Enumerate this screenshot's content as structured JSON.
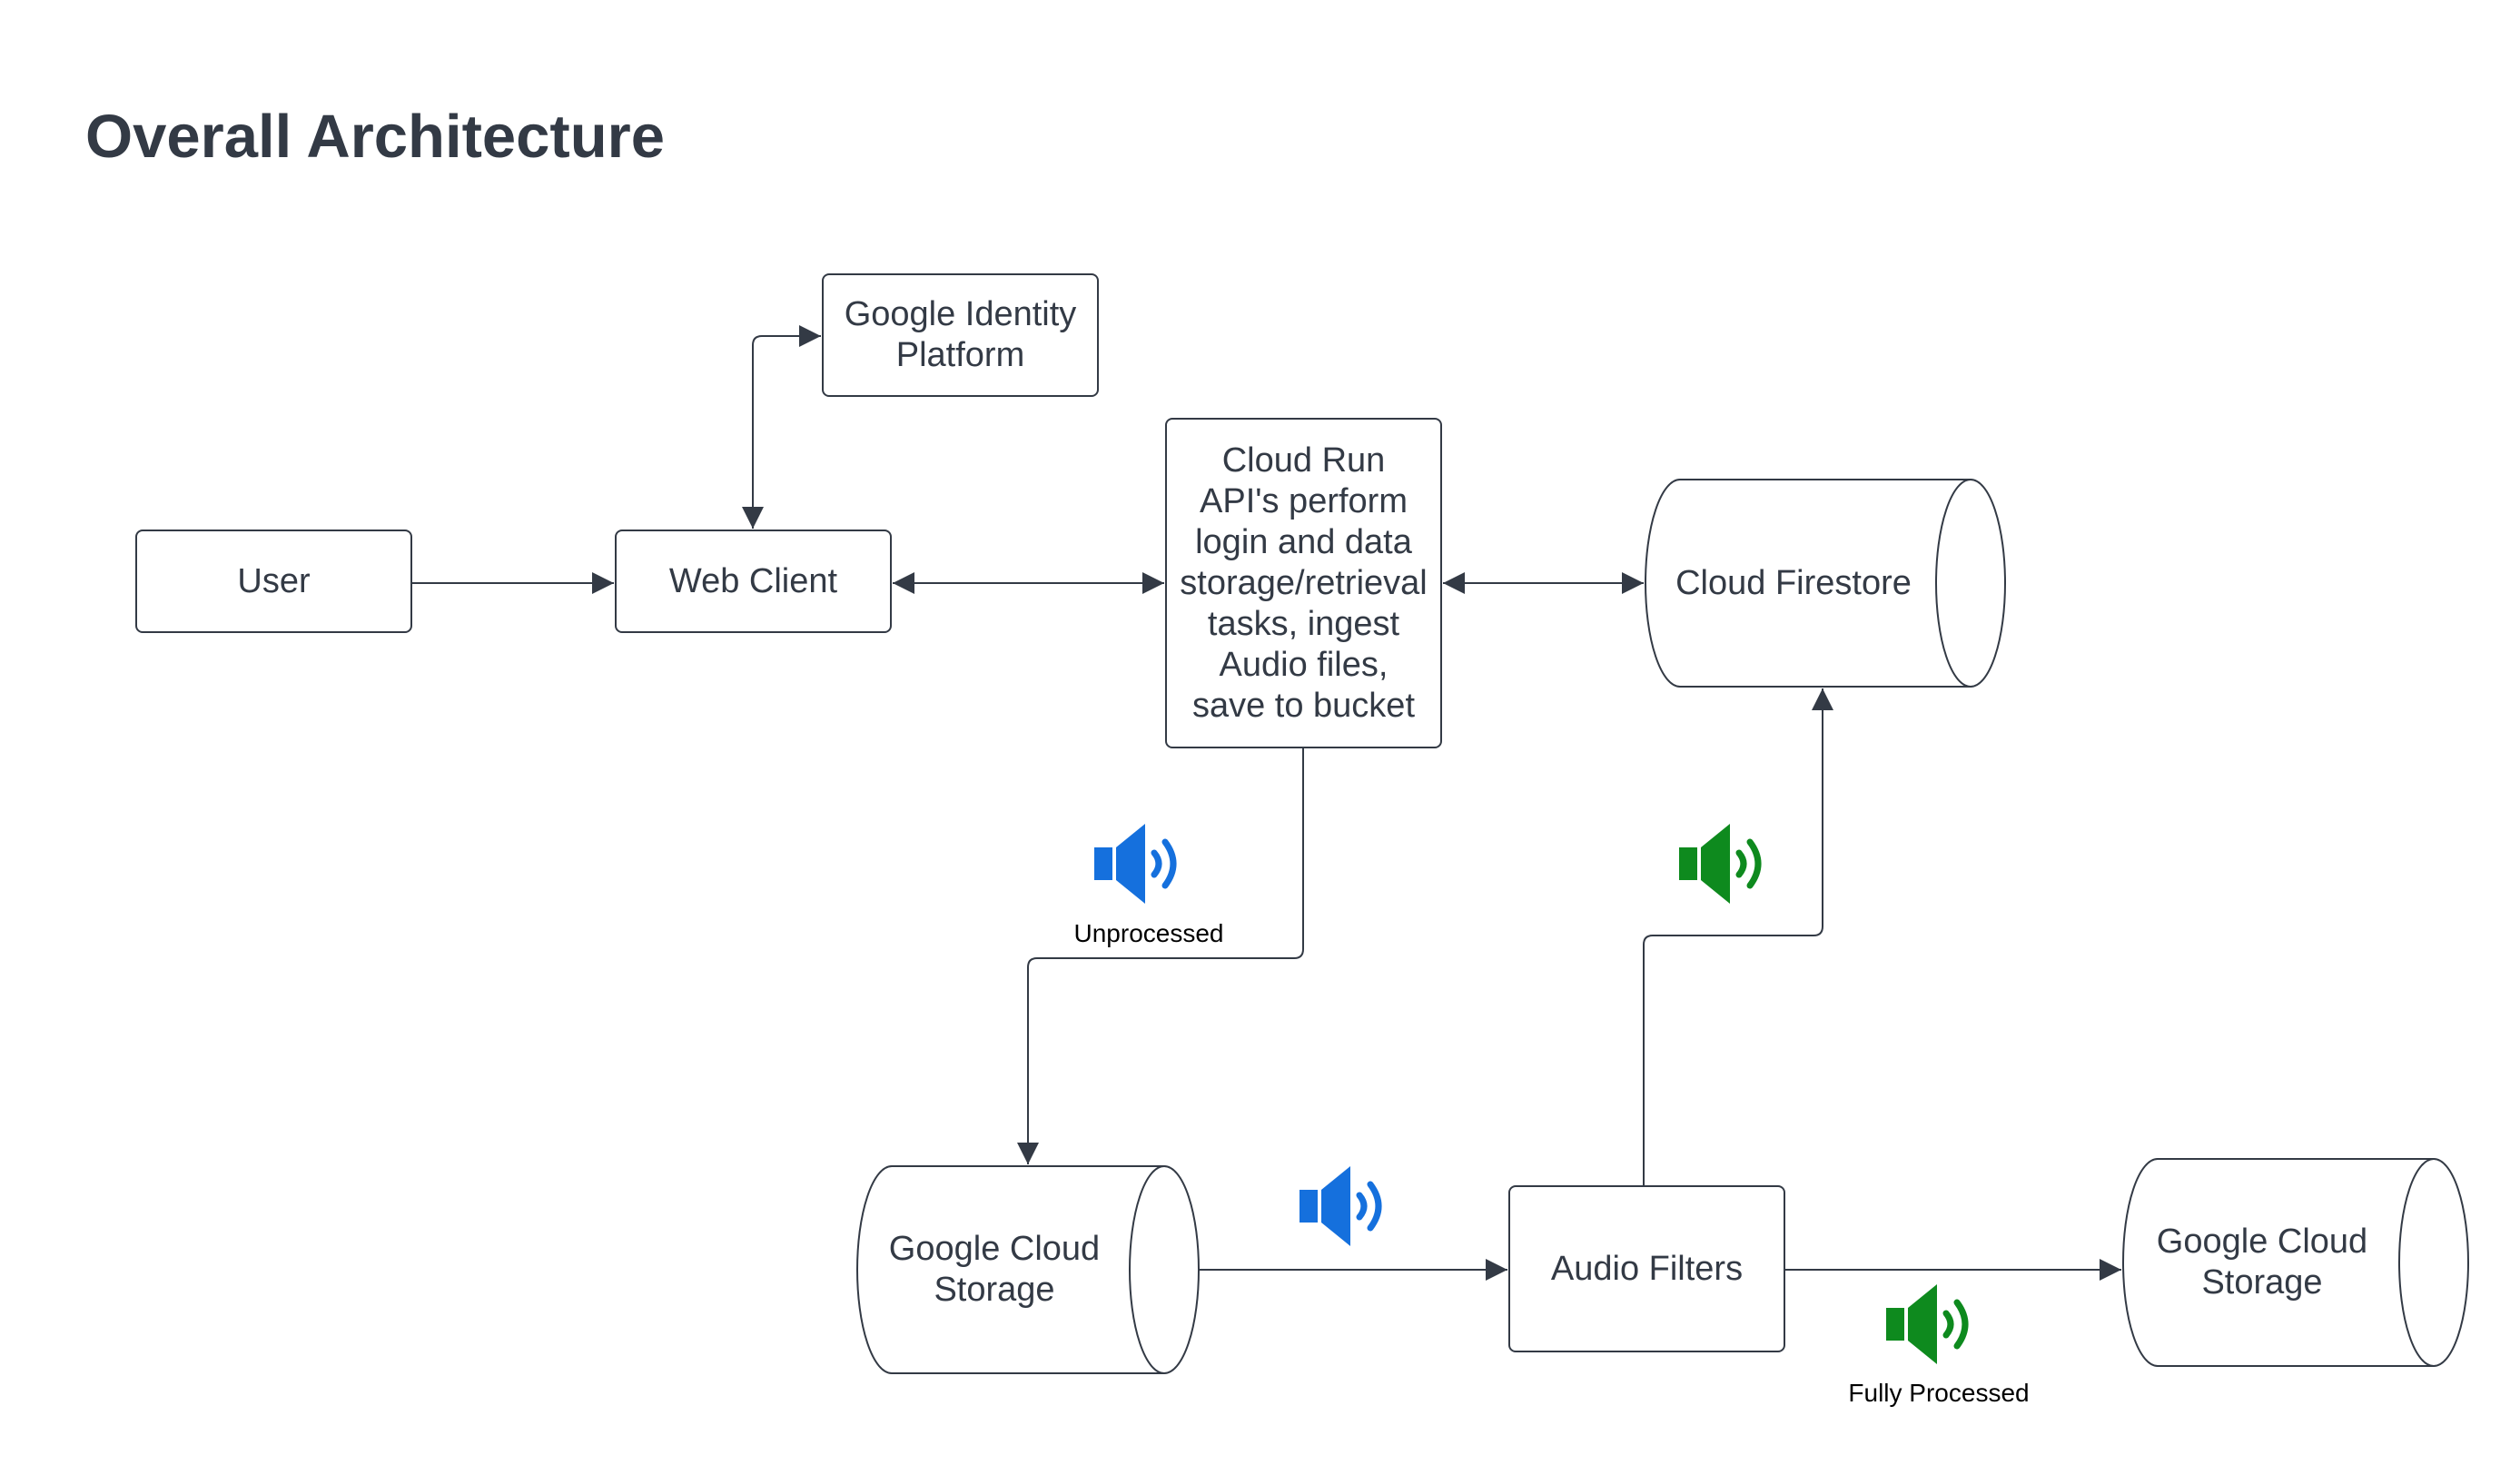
{
  "title": "Overall Architecture",
  "nodes": {
    "user": "User",
    "web_client": "Web Client",
    "identity": "Google Identity\nPlatform",
    "cloud_run": "Cloud Run\nAPI's perform\nlogin and data\nstorage/retrieval\ntasks, ingest\nAudio files,\nsave to bucket",
    "firestore": "Cloud Firestore",
    "gcs_in": "Google Cloud\nStorage",
    "audio_filters": "Audio Filters",
    "gcs_out": "Google Cloud\nStorage"
  },
  "captions": {
    "unprocessed": "Unprocessed",
    "fully_processed": "Fully Processed"
  },
  "icons": {
    "unprocessed": "speaker-icon",
    "processed": "speaker-icon"
  },
  "colors": {
    "unprocessed_audio": "#1570dd",
    "processed_audio": "#0e8a1e",
    "stroke": "#333a45"
  }
}
